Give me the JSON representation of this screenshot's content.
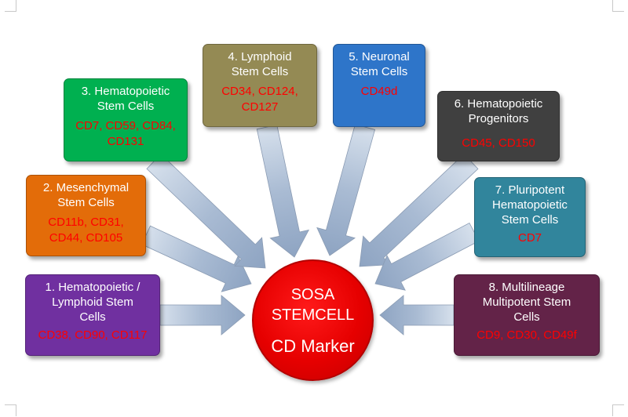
{
  "center": {
    "line1": "SOSA",
    "line2": "STEMCELL",
    "line3": "CD Marker",
    "color": "#e60000"
  },
  "boxes": [
    {
      "id": "1",
      "title": "1. Hematopoietic /\nLymphoid Stem\nCells",
      "markers": "CD38, CD90, CD117",
      "color": "#7030a0"
    },
    {
      "id": "2",
      "title": "2. Mesenchymal\nStem Cells",
      "markers": "CD11b, CD31,\nCD44, CD105",
      "color": "#e36c09"
    },
    {
      "id": "3",
      "title": "3. Hematopoietic\nStem Cells",
      "markers": "CD7, CD59, CD84,\nCD131",
      "color": "#00b050"
    },
    {
      "id": "4",
      "title": "4. Lymphoid\nStem Cells",
      "markers": "CD34, CD124,\nCD127",
      "color": "#948a54"
    },
    {
      "id": "5",
      "title": "5. Neuronal\nStem Cells",
      "markers": "CD49d",
      "color": "#2e75c9"
    },
    {
      "id": "6",
      "title": "6. Hematopoietic\nProgenitors",
      "markers": "CD45, CD150",
      "color": "#404040"
    },
    {
      "id": "7",
      "title": "7. Pluripotent\nHematopoietic\nStem Cells",
      "markers": "CD7",
      "color": "#31859c"
    },
    {
      "id": "8",
      "title": "8. Multilineage\nMultipotent Stem\nCells",
      "markers": "CD9, CD30, CD49f",
      "color": "#632348"
    }
  ],
  "arrow_color": "#9fb3cf"
}
